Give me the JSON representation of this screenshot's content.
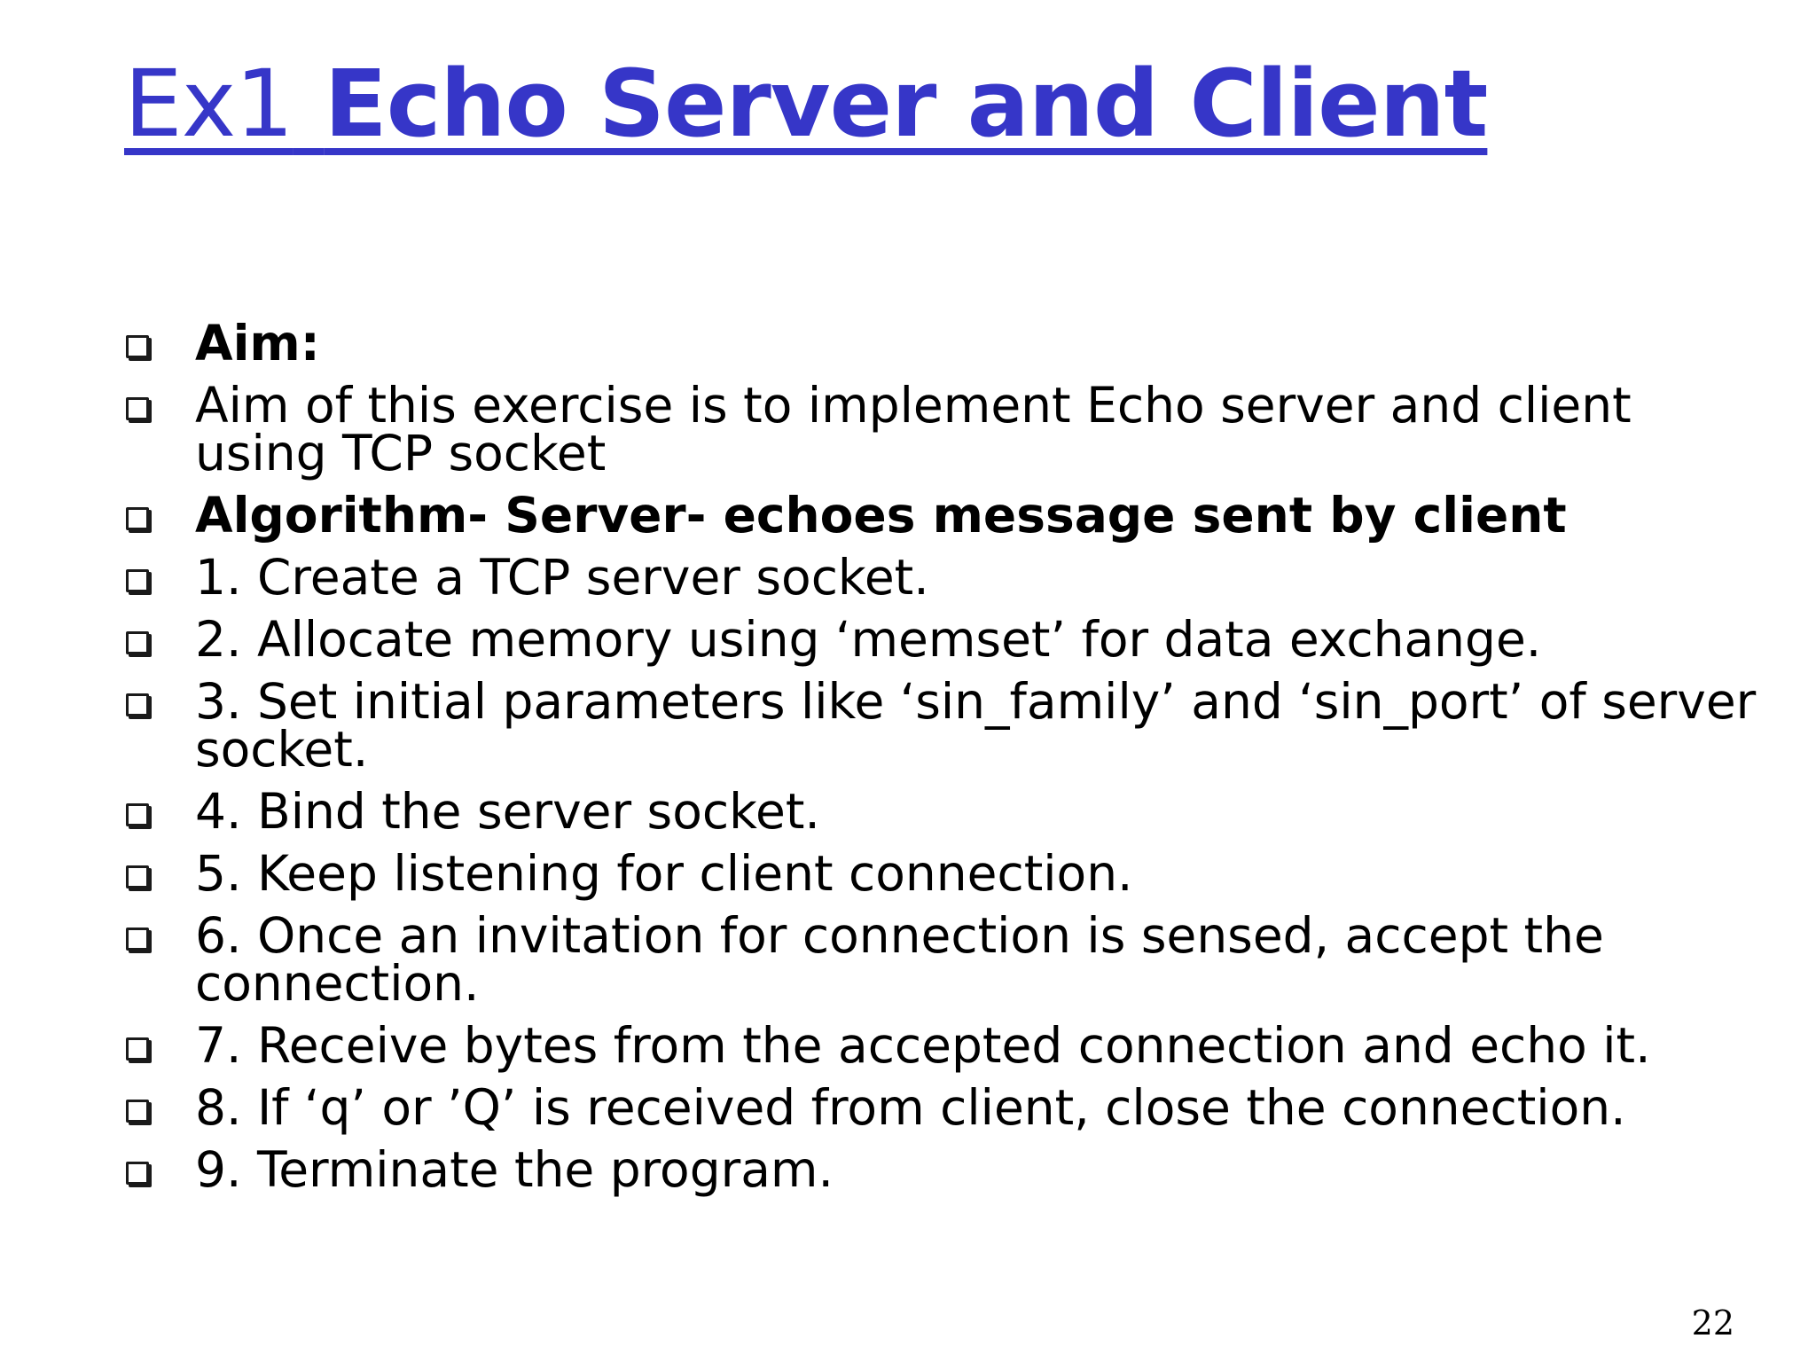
{
  "slide": {
    "title_prefix": "Ex1",
    "title_main": "Echo Server and Client",
    "page_number": "22",
    "title_color": "#3636c8"
  },
  "bullets": [
    {
      "text": "Aim:",
      "bold": true
    },
    {
      "text": "Aim of this exercise is to implement Echo server and client using TCP socket",
      "bold": false
    },
    {
      "text": "Algorithm- Server- echoes message sent by client",
      "bold": true
    },
    {
      "text": "1. Create a TCP server socket.",
      "bold": false
    },
    {
      "text": "2. Allocate memory using ‘memset’ for data exchange.",
      "bold": false
    },
    {
      "text": "3. Set initial parameters like ‘sin_family’ and ‘sin_port’ of server socket.",
      "bold": false
    },
    {
      "text": "4. Bind the server socket.",
      "bold": false
    },
    {
      "text": "5. Keep listening for client connection.",
      "bold": false
    },
    {
      "text": "6. Once an invitation for connection is sensed, accept the connection.",
      "bold": false
    },
    {
      "text": "7. Receive bytes from the accepted connection and echo it.",
      "bold": false
    },
    {
      "text": "8. If ‘q’ or ’Q’ is received from client, close the connection.",
      "bold": false
    },
    {
      "text": "9. Terminate the program.",
      "bold": false
    }
  ]
}
